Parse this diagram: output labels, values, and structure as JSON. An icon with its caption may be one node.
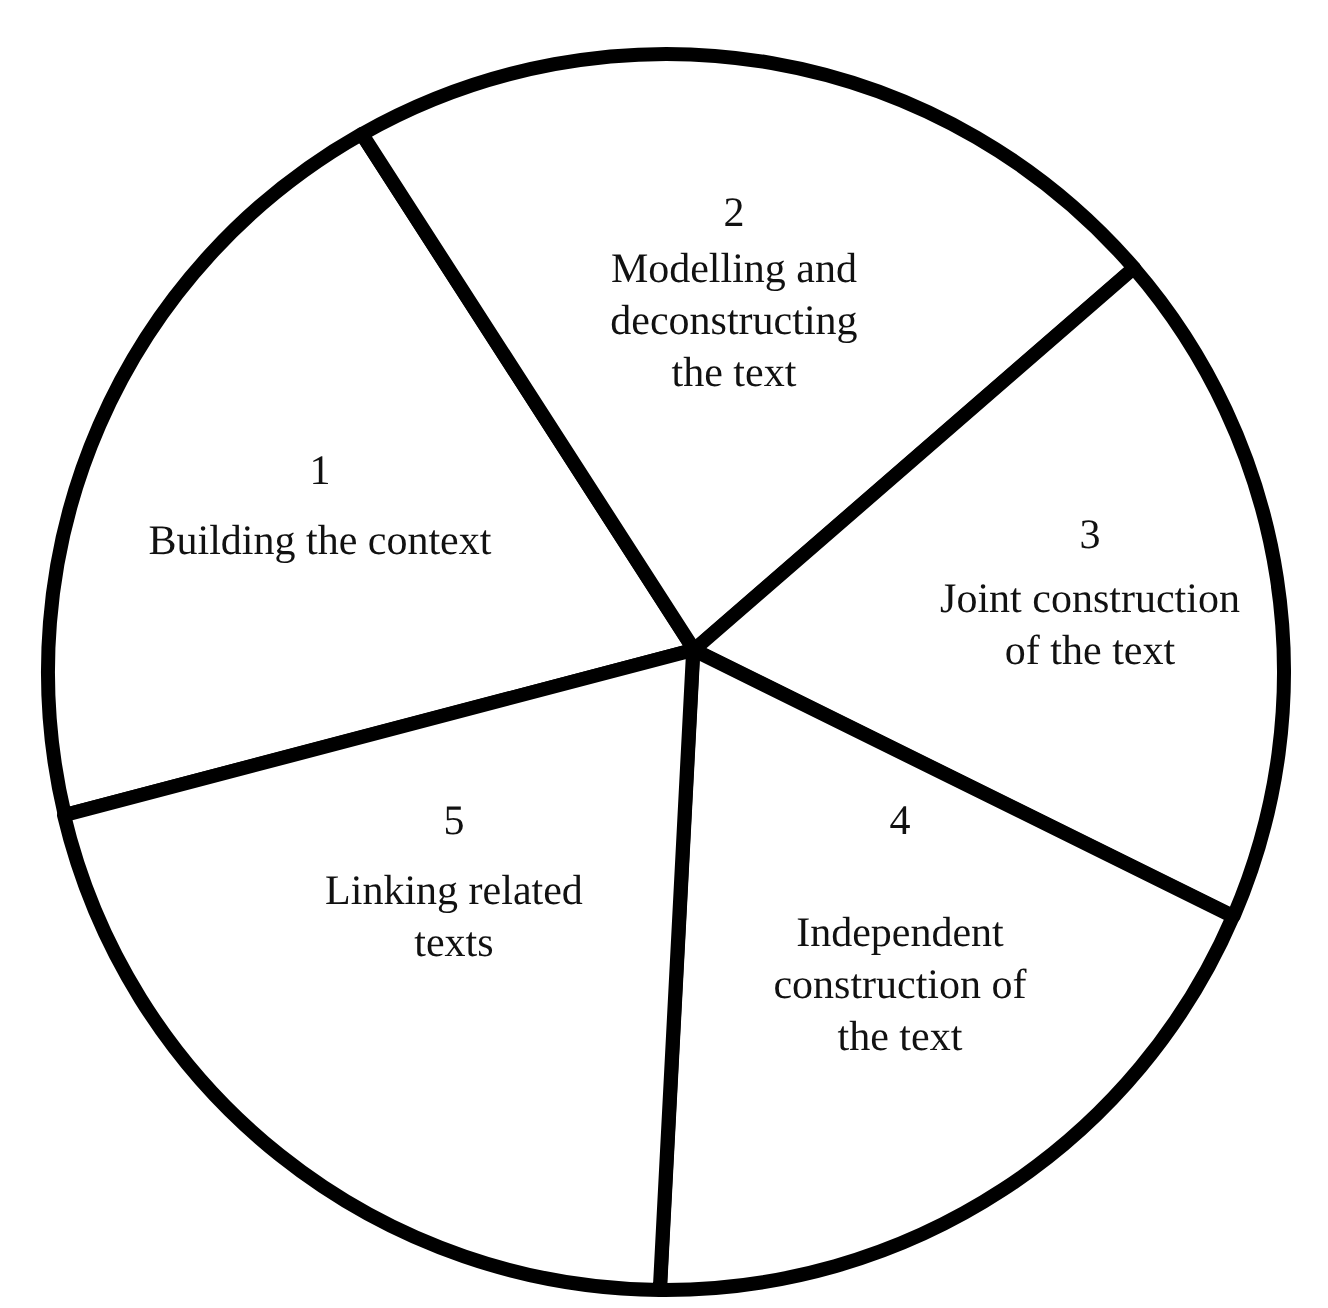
{
  "diagram": {
    "nodes": [
      {
        "text": [
          "1",
          "Building the context"
        ]
      },
      {
        "text": [
          "2",
          "Modelling and deconstructing the text"
        ]
      },
      {
        "text": [
          "3",
          "Joint construction of the text"
        ]
      },
      {
        "text": [
          "4",
          "Independent construction of the text"
        ]
      },
      {
        "text": [
          "5",
          "Linking related texts"
        ]
      }
    ]
  }
}
